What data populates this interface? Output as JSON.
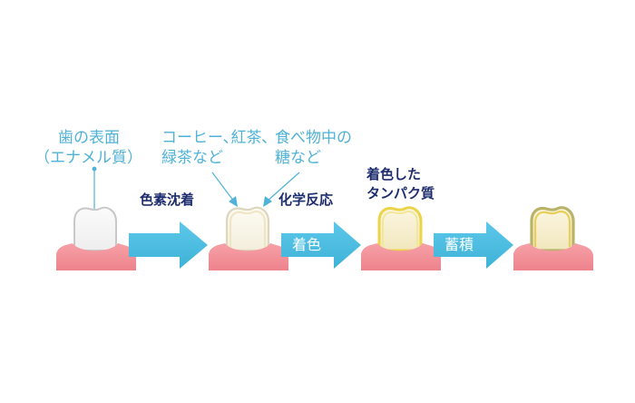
{
  "labels": {
    "enamel_line1": "歯の表面",
    "enamel_line2": "（エナメル質）",
    "coffee_line1": "コーヒー､紅茶､",
    "coffee_line2": "緑茶など",
    "food_line1": "食べ物中の",
    "food_line2": "糖など",
    "stained_protein_line1": "着色した",
    "stained_protein_line2": "タンパク質"
  },
  "steps": {
    "pigment_deposition": "色素沈着",
    "chemical_reaction": "化学反応",
    "coloring": "着色",
    "accumulation": "蓄積"
  },
  "colors": {
    "text_blue": "#4fb2d6",
    "text_dark": "#1e2d6e",
    "arrow": "#4dbde0",
    "gum": "#f08a93",
    "tooth_outline": "#c8c8c8",
    "stain_yellow": "#ecd44a",
    "stain_olive": "#b9b36a"
  },
  "icons": [
    "tooth-icon",
    "gum-icon",
    "arrow-right-icon"
  ]
}
